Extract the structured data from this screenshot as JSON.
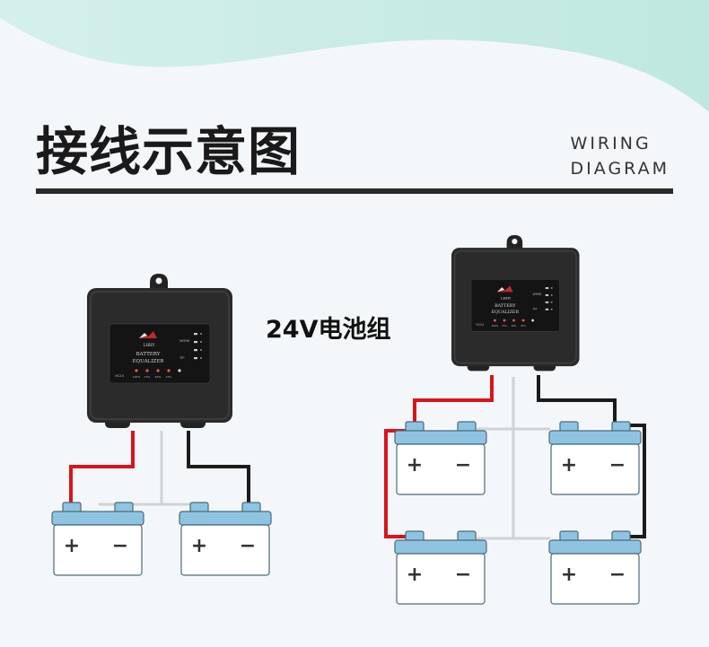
{
  "title": {
    "cn": "接线示意图",
    "en_line1": "WIRING",
    "en_line2": "DIAGRAM"
  },
  "label_24v": "24V电池组",
  "device": {
    "brand": "LHHY",
    "name_line1": "BATTERY",
    "name_line2": "EQUALIZER",
    "status_label1": "WORK",
    "status_label2": "TIP",
    "model": "HC24",
    "led_labels": [
      "100%",
      "75%",
      "50%",
      "25%"
    ]
  },
  "battery": {
    "plus": "+",
    "minus": "−"
  },
  "colors": {
    "red_wire": "#d9141b",
    "black_wire": "#1b1b1b",
    "grey_wire": "#cfd3d6",
    "battery_cap": "#8ec4e2",
    "device_body": "#2b2b2b",
    "accent_wave": "#c9ece6"
  }
}
